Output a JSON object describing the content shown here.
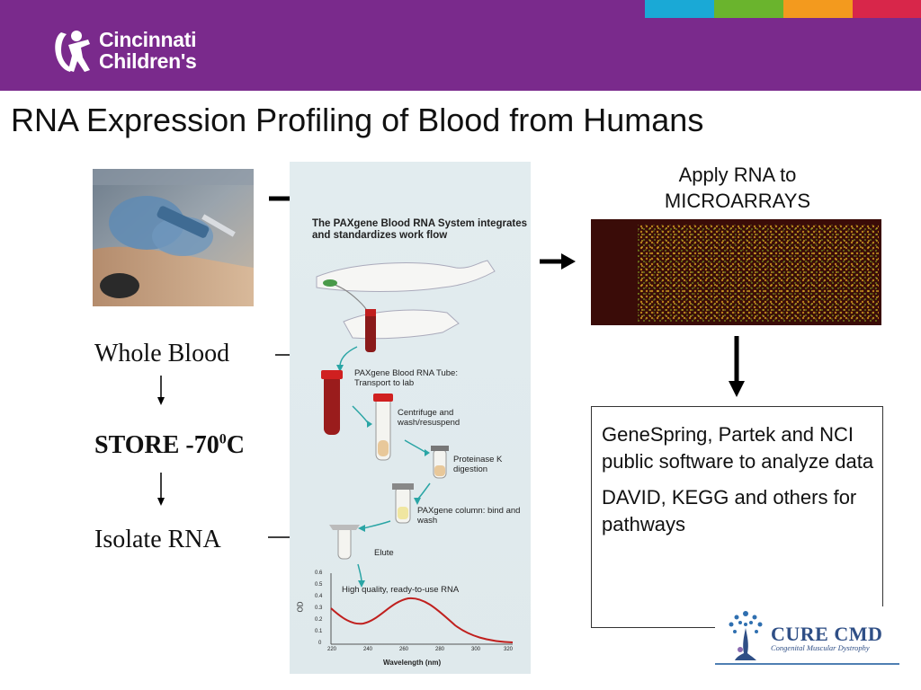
{
  "header": {
    "brand_line1": "Cincinnati",
    "brand_line2": "Children's",
    "stripe_colors": [
      "#1aa9d6",
      "#6ab42d",
      "#f39a1e",
      "#d8264a"
    ],
    "background": "#7a2a8c"
  },
  "slide": {
    "title": "RNA Expression Profiling of Blood from Humans"
  },
  "workflow": {
    "whole_blood": "Whole Blood",
    "store": "STORE  -70",
    "store_sup": "0",
    "store_unit": "C",
    "isolate": "Isolate RNA"
  },
  "paxgene": {
    "heading": "The PAXgene Blood RNA System integrates and standardizes work flow",
    "steps": [
      "PAXgene Blood RNA Tube: Transport to lab",
      "Centrifuge and wash/resuspend",
      "Proteinase K digestion",
      "PAXgene column: bind and wash",
      "Elute",
      "High quality, ready-to-use RNA"
    ],
    "graph": {
      "ylabel": "OD",
      "xlabel": "Wavelength (nm)",
      "y_ticks": [
        "0.6",
        "0.5",
        "0.4",
        "0.3",
        "0.2",
        "0.1",
        "0"
      ],
      "x_ticks": [
        "220",
        "240",
        "260",
        "280",
        "300",
        "320"
      ]
    }
  },
  "microarray": {
    "caption_line1": "Apply RNA to",
    "caption_line2": "MICROARRAYS"
  },
  "analysis": {
    "paragraph1": "GeneSpring, Partek and NCI public software to analyze data",
    "paragraph2": "DAVID, KEGG and others for pathways"
  },
  "cure_logo": {
    "name": "CURE CMD",
    "subtitle": "Congenital Muscular Dystrophy"
  }
}
